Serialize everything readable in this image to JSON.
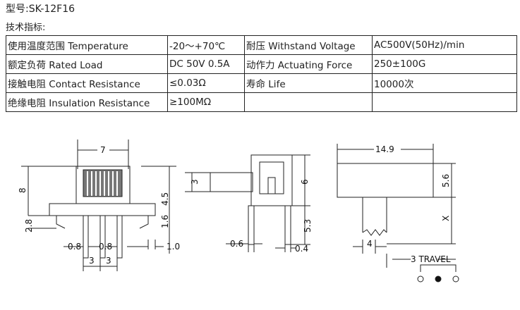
{
  "model_label": "型号:SK-12F16",
  "spec_label": "技术指标:",
  "spec_rows": [
    [
      "使用温度范围 Temperature",
      "-20～+70℃",
      "耐压 Withstand Voltage",
      "AC500V(50Hz)/min"
    ],
    [
      "额定负荷 Rated Load",
      "DC 50V 0.5A",
      "动作力 Actuating Force",
      "250±100G"
    ],
    [
      "接触电阻 Contact Resistance",
      "≤0.03Ω",
      "寿命 Life",
      "10000次"
    ],
    [
      "绝缘电阻 Insulation Resistance",
      "≥100MΩ",
      "",
      ""
    ]
  ],
  "dims": {
    "front_width": "7",
    "front_height": "8",
    "front_pin_height": "2.8",
    "front_body_height": "4.5",
    "front_pin_len": "1.6",
    "front_pin_w1": "0.8",
    "front_pin_w2": "0.8",
    "front_pitch1": "3",
    "front_pitch2": "3",
    "front_tab": "1.0",
    "side_handle": "3",
    "side_body": "6",
    "side_pin": "5.3",
    "side_left": "0.6",
    "side_right": "0.4",
    "top_width": "14.9",
    "top_height": "5.6",
    "top_x": "X",
    "top_handle": "4",
    "travel": "3 TRAVEL"
  }
}
